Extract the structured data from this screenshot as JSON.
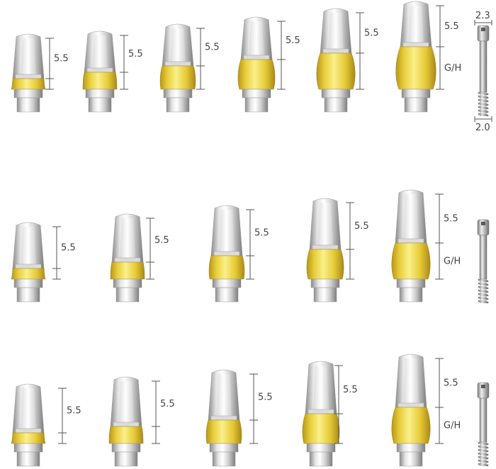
{
  "rows": [
    {
      "id": "row-1",
      "abutments": [
        {
          "gh": 1,
          "height_label": "5.5"
        },
        {
          "gh": 2,
          "height_label": "5.5"
        },
        {
          "gh": 3,
          "height_label": "5.5"
        },
        {
          "gh": 4,
          "height_label": "5.5"
        },
        {
          "gh": 5,
          "height_label": "5.5"
        },
        {
          "gh": 6,
          "height_label": "5.5",
          "gh_label": "G/H"
        }
      ],
      "screw": {
        "top_label": "2.3",
        "bottom_label": "2.0"
      }
    },
    {
      "id": "row-2",
      "abutments": [
        {
          "gh": 1,
          "height_label": "5.5"
        },
        {
          "gh": 2,
          "height_label": "5.5"
        },
        {
          "gh": 3,
          "height_label": "5.5"
        },
        {
          "gh": 4,
          "height_label": "5.5"
        },
        {
          "gh": 5,
          "height_label": "5.5",
          "gh_label": "G/H"
        }
      ],
      "screw": {}
    },
    {
      "id": "row-3",
      "abutments": [
        {
          "gh": 1,
          "height_label": "5.5"
        },
        {
          "gh": 2,
          "height_label": "5.5"
        },
        {
          "gh": 3,
          "height_label": "5.5"
        },
        {
          "gh": 4,
          "height_label": "5.5"
        },
        {
          "gh": 5,
          "height_label": "5.5",
          "gh_label": "G/H"
        }
      ],
      "screw": {}
    }
  ],
  "colors": {
    "gold_light": "#f6e97a",
    "gold_mid": "#e8cd3a",
    "gold_dark": "#b8961a",
    "metal_light": "#f4f4f4",
    "metal_mid": "#c9c9c9",
    "metal_dark": "#8a8a8a",
    "dimension_line": "#555555",
    "label_text": "#444444"
  },
  "icons": {
    "abutment": "abutment-icon",
    "screw": "abutment-screw-icon"
  }
}
